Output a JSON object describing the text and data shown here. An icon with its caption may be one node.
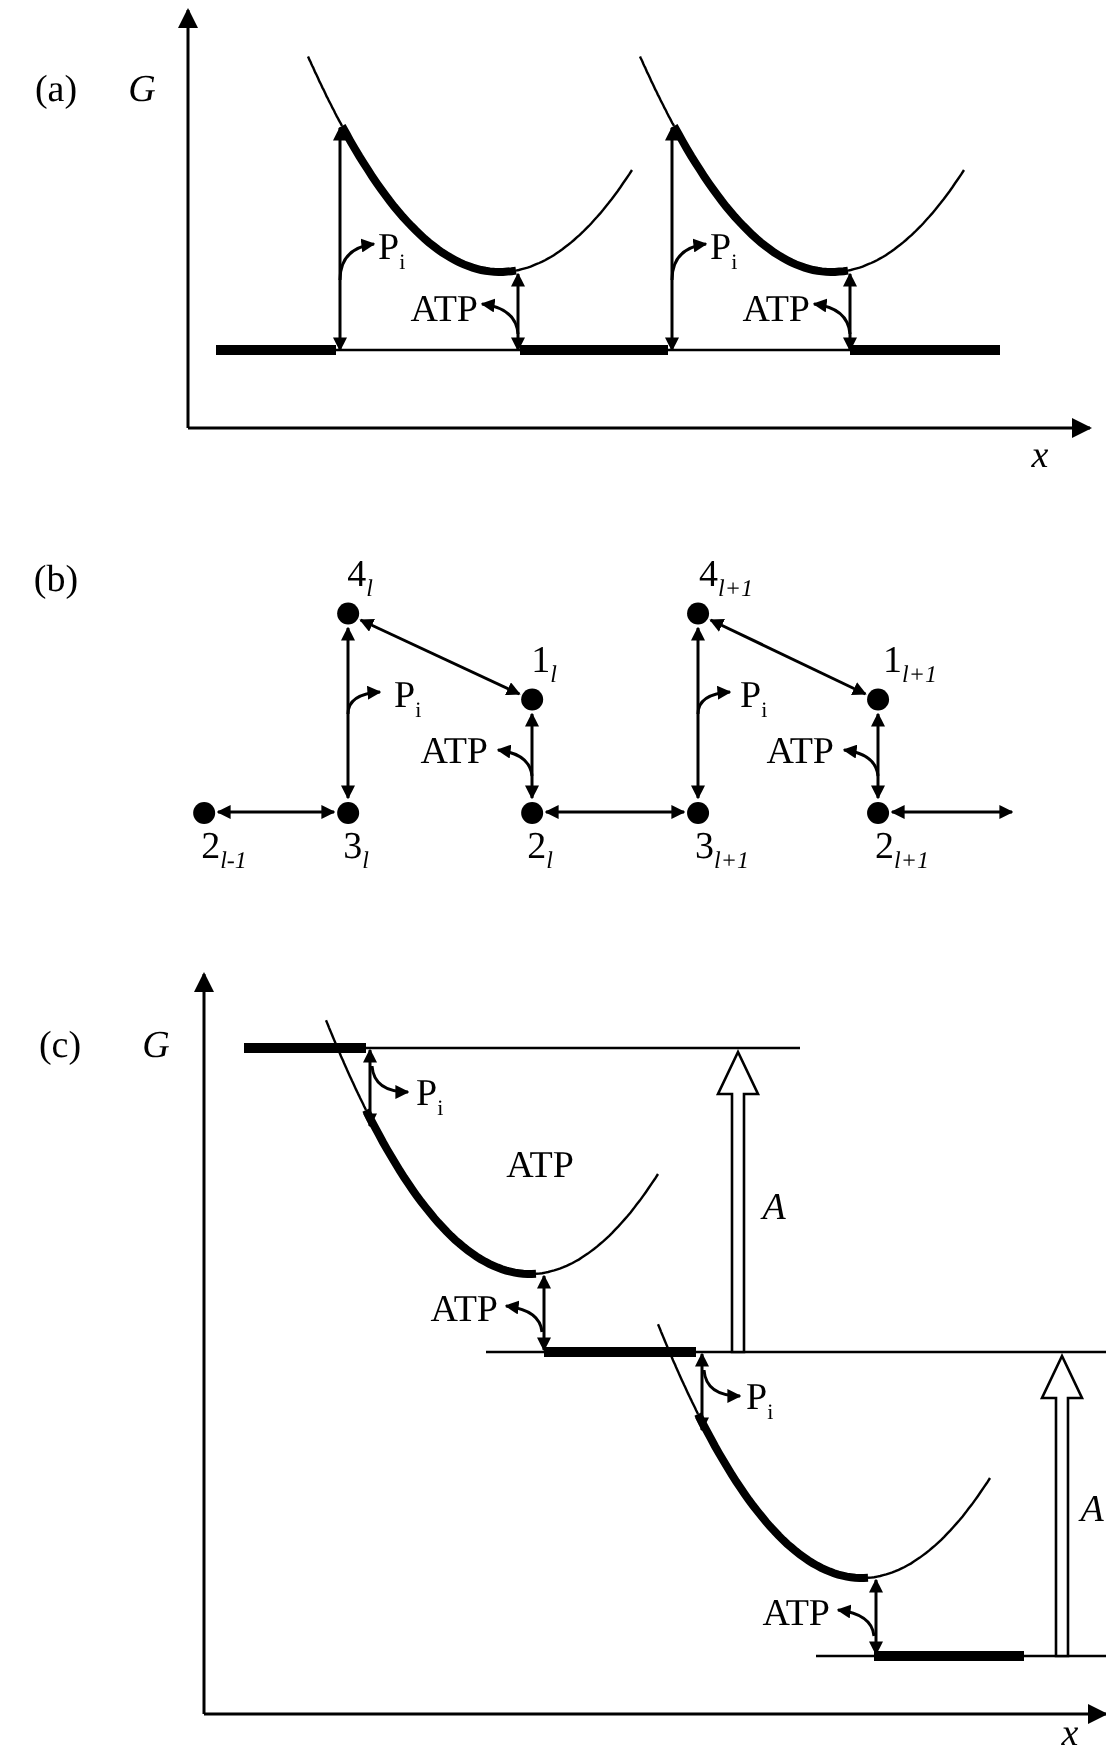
{
  "diagram": {
    "nodes": [
      {
        "text": [
          "4$_{l}$"
        ]
      },
      {
        "text": [
          "4$_{l+1}$"
        ]
      },
      {
        "text": [
          "1$_{l}$"
        ]
      },
      {
        "text": [
          "1$_{l+1}$"
        ]
      },
      {
        "text": [
          "2$_{l-1}$"
        ]
      },
      {
        "text": [
          "3$_{l}$"
        ]
      },
      {
        "text": [
          "2$_{l}$"
        ]
      },
      {
        "text": [
          "3$_{l+1}$"
        ]
      },
      {
        "text": [
          "2$_{l+1}$"
        ]
      }
    ],
    "edges": [
      {
        "from": 4,
        "to": 5,
        "arrow": "both"
      },
      {
        "from": 0,
        "to": 2,
        "arrow": "both"
      },
      {
        "from": 0,
        "to": 5,
        "arrow": "both"
      },
      {
        "from": 2,
        "to": 6,
        "arrow": "both"
      },
      {
        "from": 6,
        "to": 7,
        "arrow": "both"
      },
      {
        "from": 1,
        "to": 3,
        "arrow": "both"
      },
      {
        "from": 1,
        "to": 7,
        "arrow": "both"
      },
      {
        "from": 3,
        "to": 8,
        "arrow": "both"
      },
      {
        "from": 8,
        "to": null,
        "arrow": "both"
      }
    ],
    "labels": [
      "(a)",
      "G",
      "P$_{i}$",
      "ATP",
      "P$_{i}$",
      "ATP",
      "x",
      "(b)",
      "P$_{i}$",
      "ATP",
      "P$_{i}$",
      "ATP",
      "(c)",
      "G",
      "P$_{i}$",
      "ATP",
      "A",
      "ATP",
      "P$_{i}$",
      "A",
      "ATP",
      "x"
    ]
  }
}
